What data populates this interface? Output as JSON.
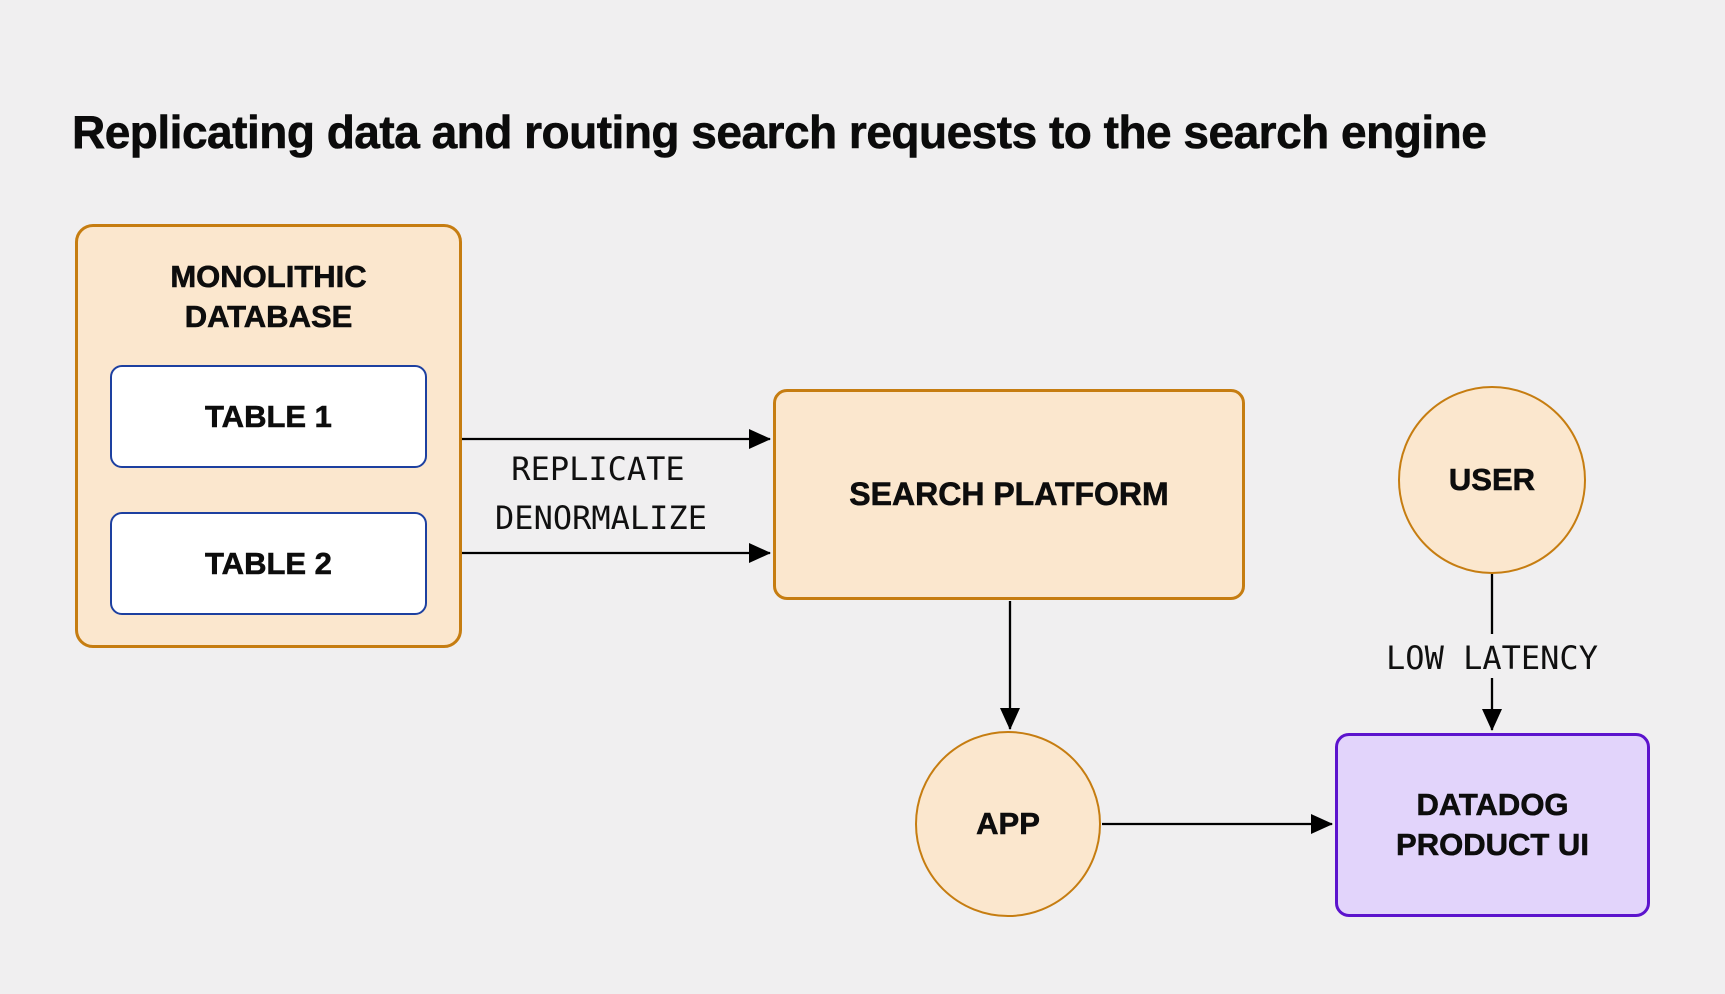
{
  "title": "Replicating data and routing search requests to the search engine",
  "colors": {
    "background": "#f0eff0",
    "orange_node_fill": "#fbe7ce",
    "orange_node_border": "#c67d11",
    "table_fill": "#ffffff",
    "table_border": "#1d40a0",
    "purple_node_fill": "#e2d4fb",
    "purple_node_border": "#5c13cd",
    "text": "#0d0d0d",
    "arrow": "#000000"
  },
  "nodes": {
    "monolithic_database": {
      "label": "MONOLITHIC\nDATABASE",
      "tables": [
        {
          "label": "TABLE 1"
        },
        {
          "label": "TABLE 2"
        }
      ]
    },
    "search_platform": {
      "label": "SEARCH PLATFORM"
    },
    "user": {
      "label": "USER"
    },
    "app": {
      "label": "APP"
    },
    "datadog_product_ui": {
      "label": "DATADOG\nPRODUCT UI"
    }
  },
  "edges": [
    {
      "from": "table-1",
      "to": "search-platform",
      "label": "REPLICATE"
    },
    {
      "from": "table-2",
      "to": "search-platform",
      "label": "DENORMALIZE"
    },
    {
      "from": "search-platform",
      "to": "app",
      "label": ""
    },
    {
      "from": "app",
      "to": "datadog-product-ui",
      "label": ""
    },
    {
      "from": "user",
      "to": "datadog-product-ui",
      "label": "LOW LATENCY"
    }
  ]
}
